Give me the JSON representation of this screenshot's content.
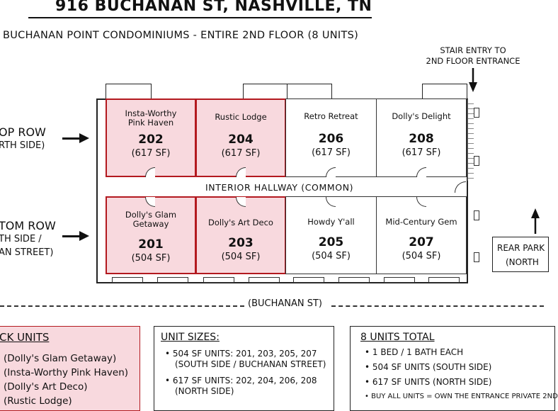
{
  "title": "916 BUCHANAN ST, NASHVILLE, TN",
  "subtitle": "BUCHANAN POINT CONDOMINIUMS - ENTIRE 2ND FLOOR (8 UNITS)",
  "stair_entry": {
    "line1": "STAIR ENTRY TO",
    "line2": "2ND FLOOR ENTRANCE"
  },
  "rows": {
    "top": {
      "line1": "OP ROW",
      "line2": "RTH SIDE)"
    },
    "bottom": {
      "line1": "TOM ROW",
      "line2": "TH SIDE /",
      "line3": "AN STREET)"
    }
  },
  "hallway": "INTERIOR HALLWAY (COMMON)",
  "street": "(BUCHANAN ST)",
  "rear_parking": {
    "line1": "REAR PARK",
    "line2": "(NORTH"
  },
  "units_top": [
    {
      "name": "Insta-Worthy Pink Haven",
      "number": "202",
      "sf": "(617 SF)",
      "highlight": true
    },
    {
      "name": "Rustic Lodge",
      "number": "204",
      "sf": "(617 SF)",
      "highlight": true
    },
    {
      "name": "Retro Retreat",
      "number": "206",
      "sf": "(617 SF)",
      "highlight": false
    },
    {
      "name": "Dolly's Delight",
      "number": "208",
      "sf": "(617 SF)",
      "highlight": false
    }
  ],
  "units_bottom": [
    {
      "name": "Dolly's Glam Getaway",
      "number": "201",
      "sf": "(504 SF)",
      "highlight": true
    },
    {
      "name": "Dolly's Art Deco",
      "number": "203",
      "sf": "(504 SF)",
      "highlight": true
    },
    {
      "name": "Howdy Y'all",
      "number": "205",
      "sf": "(504 SF)",
      "highlight": false
    },
    {
      "name": "Mid-Century Gem",
      "number": "207",
      "sf": "(504 SF)",
      "highlight": false
    }
  ],
  "pink_box": {
    "heading": "CK UNITS",
    "items": [
      "(Dolly's Glam Getaway)",
      "(Insta-Worthy Pink Haven)",
      "(Dolly's Art Deco)",
      "(Rustic Lodge)"
    ]
  },
  "unit_sizes": {
    "heading": "UNIT SIZES:",
    "item1_line1": "• 504 SF UNITS: 201, 203, 205, 207",
    "item1_line2": "(SOUTH SIDE / BUCHANAN STREET)",
    "item2_line1": "• 617 SF UNITS: 202, 204, 206, 208",
    "item2_line2": "(NORTH SIDE)"
  },
  "units_total": {
    "heading": "8 UNITS TOTAL",
    "items": [
      "• 1 BED / 1 BATH EACH",
      "• 504 SF UNITS (SOUTH SIDE)",
      "• 617 SF UNITS (NORTH SIDE)",
      "• BUY ALL UNITS = OWN THE ENTRANCE PRIVATE 2ND"
    ]
  },
  "colors": {
    "highlight_fill": "#f8d9de",
    "highlight_border": "#b3191f"
  }
}
